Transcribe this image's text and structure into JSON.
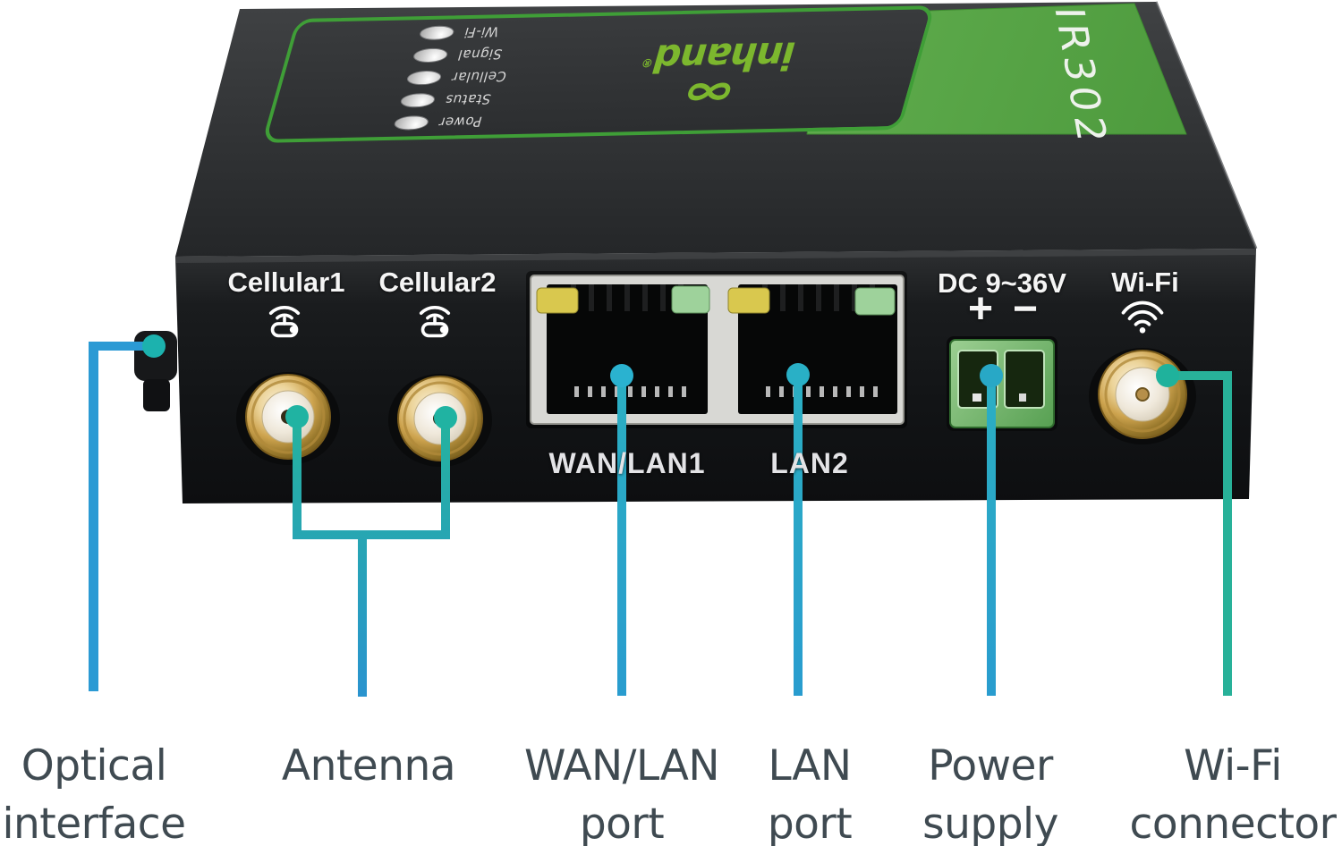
{
  "device": {
    "brand": "inhand",
    "brand_reg": "®",
    "model": "IR302",
    "top_leds": [
      "Power",
      "Status",
      "Cellular",
      "Signal",
      "Wi-Fi"
    ],
    "front": {
      "cellular1": "Cellular1",
      "cellular2": "Cellular2",
      "wan_lan1": "WAN/LAN1",
      "lan2": "LAN2",
      "dc_voltage": "DC 9~36V",
      "dc_plus": "+",
      "dc_minus": "−",
      "wifi": "Wi-Fi"
    }
  },
  "callouts": [
    {
      "id": "optical-interface",
      "line1": "Optical",
      "line2": "interface"
    },
    {
      "id": "antenna",
      "line1": "Antenna",
      "line2": ""
    },
    {
      "id": "wan-lan-port",
      "line1": "WAN/LAN",
      "line2": "port"
    },
    {
      "id": "lan-port",
      "line1": "LAN",
      "line2": "port"
    },
    {
      "id": "power-supply",
      "line1": "Power",
      "line2": "supply"
    },
    {
      "id": "wifi-connector",
      "line1": "Wi-Fi",
      "line2": "connector"
    }
  ],
  "colors": {
    "label_text": "#3f4a51",
    "front_text": "#f5f5f5",
    "brand_green": "#7cb72e",
    "panel_border_green": "#3f9e37",
    "patch_green": "#55a444",
    "led_label_gray": "#d6d6d6",
    "leader_teal": "#21b3a1",
    "leader_cyan": "#29adc9",
    "leader_blue": "#2b9ad4",
    "port_led_yellow": "#d9c84e",
    "port_led_green": "#9ed29b",
    "terminal_green": "#6fb868",
    "connector_gold": "#d4ab57"
  }
}
